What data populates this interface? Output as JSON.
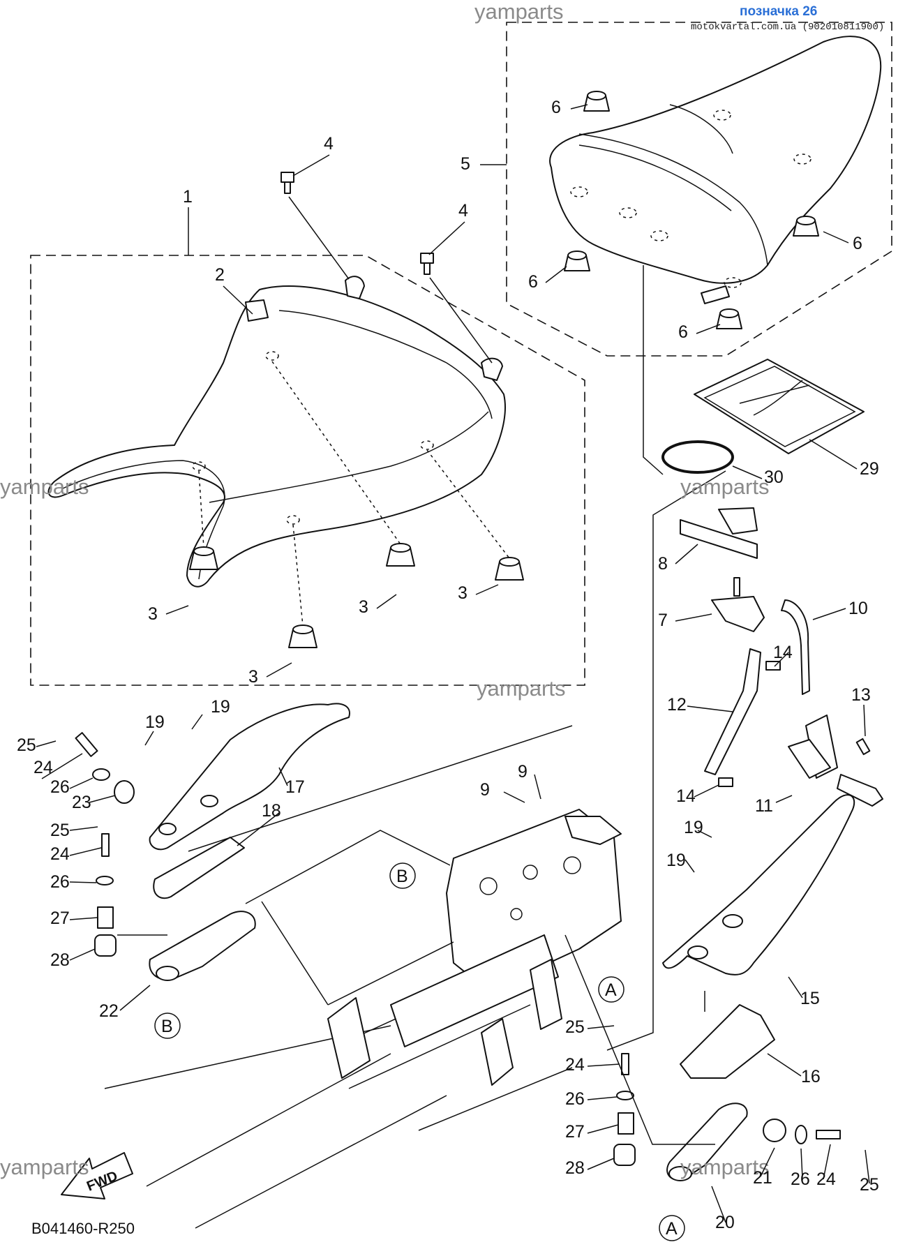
{
  "header": {
    "title": "позначка 26",
    "shop": "motokvartal.com.ua (902010811900)"
  },
  "watermarks": [
    "yamparts",
    "yamparts",
    "yamparts",
    "yamparts",
    "yamparts",
    "yamparts"
  ],
  "diagram_code": "B041460-R250",
  "fwd_label": "FWD",
  "reference_marks": [
    "A",
    "B",
    "A",
    "B"
  ],
  "callouts": [
    {
      "num": "1"
    },
    {
      "num": "2"
    },
    {
      "num": "3"
    },
    {
      "num": "3"
    },
    {
      "num": "3"
    },
    {
      "num": "3"
    },
    {
      "num": "4"
    },
    {
      "num": "4"
    },
    {
      "num": "5"
    },
    {
      "num": "6"
    },
    {
      "num": "6"
    },
    {
      "num": "6"
    },
    {
      "num": "6"
    },
    {
      "num": "7"
    },
    {
      "num": "8"
    },
    {
      "num": "9"
    },
    {
      "num": "9"
    },
    {
      "num": "10"
    },
    {
      "num": "11"
    },
    {
      "num": "12"
    },
    {
      "num": "13"
    },
    {
      "num": "14"
    },
    {
      "num": "14"
    },
    {
      "num": "15"
    },
    {
      "num": "16"
    },
    {
      "num": "17"
    },
    {
      "num": "18"
    },
    {
      "num": "19"
    },
    {
      "num": "19"
    },
    {
      "num": "19"
    },
    {
      "num": "19"
    },
    {
      "num": "20"
    },
    {
      "num": "21"
    },
    {
      "num": "22"
    },
    {
      "num": "23"
    },
    {
      "num": "24"
    },
    {
      "num": "24"
    },
    {
      "num": "24"
    },
    {
      "num": "24"
    },
    {
      "num": "25"
    },
    {
      "num": "25"
    },
    {
      "num": "25"
    },
    {
      "num": "25"
    },
    {
      "num": "26"
    },
    {
      "num": "26"
    },
    {
      "num": "26"
    },
    {
      "num": "26"
    },
    {
      "num": "27"
    },
    {
      "num": "27"
    },
    {
      "num": "28"
    },
    {
      "num": "28"
    },
    {
      "num": "29"
    },
    {
      "num": "30"
    }
  ]
}
